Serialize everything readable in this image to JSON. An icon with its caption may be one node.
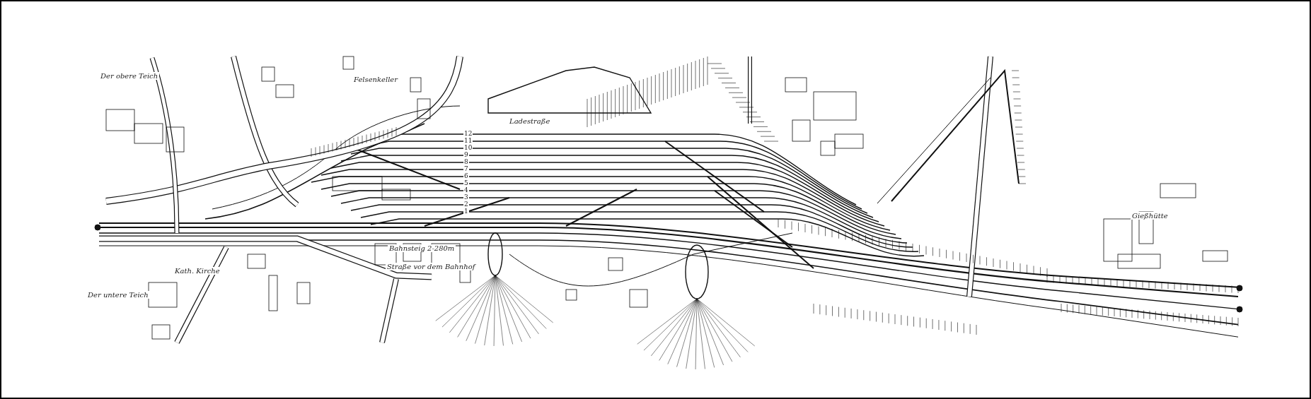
{
  "diagram": {
    "labels": [
      "Der obere Teich",
      "Felsenkeller",
      "Ladestraße",
      "12",
      "11",
      "10",
      "9",
      "8",
      "7",
      "6",
      "5",
      "4",
      "3",
      "2",
      "1",
      "Bahnsteig 2-280m",
      "Straße vor dem Bahnhof",
      "Kath. Kirche",
      "Der untere Teich",
      "Gießhütte"
    ]
  }
}
